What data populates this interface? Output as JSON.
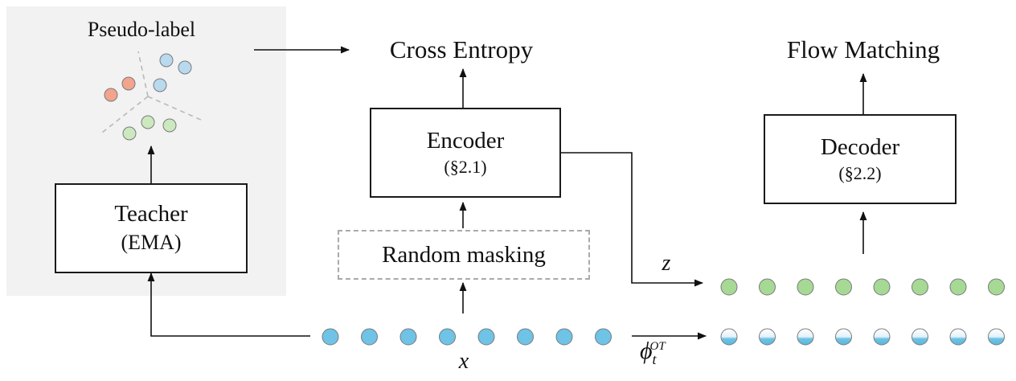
{
  "teacher_panel": {
    "pseudo_label": "Pseudo-label",
    "teacher_title": "Teacher",
    "teacher_subtitle": "(EMA)"
  },
  "encoder_branch": {
    "loss": "Cross Entropy",
    "encoder_title": "Encoder",
    "encoder_subtitle": "(§2.1)",
    "masking": "Random masking"
  },
  "decoder_branch": {
    "loss": "Flow Matching",
    "decoder_title": "Decoder",
    "decoder_subtitle": "(§2.2)"
  },
  "symbols": {
    "x": "x",
    "z": "z",
    "phi": "ϕ",
    "phi_sub": "t",
    "phi_sup": "OT"
  },
  "tokens": {
    "input_count": 8,
    "latent_count": 8,
    "noisy_count": 8
  },
  "colors": {
    "panel_bg": "#f2f2f2",
    "input_token": "#6ec3e6",
    "latent_token": "#a6d994",
    "noisy_token_top": "#e8f4fa",
    "noisy_token_bottom": "#6ec3e6",
    "cluster_red": "#f2a48c",
    "cluster_blue": "#b9d9ef",
    "cluster_green": "#cce8bf"
  }
}
